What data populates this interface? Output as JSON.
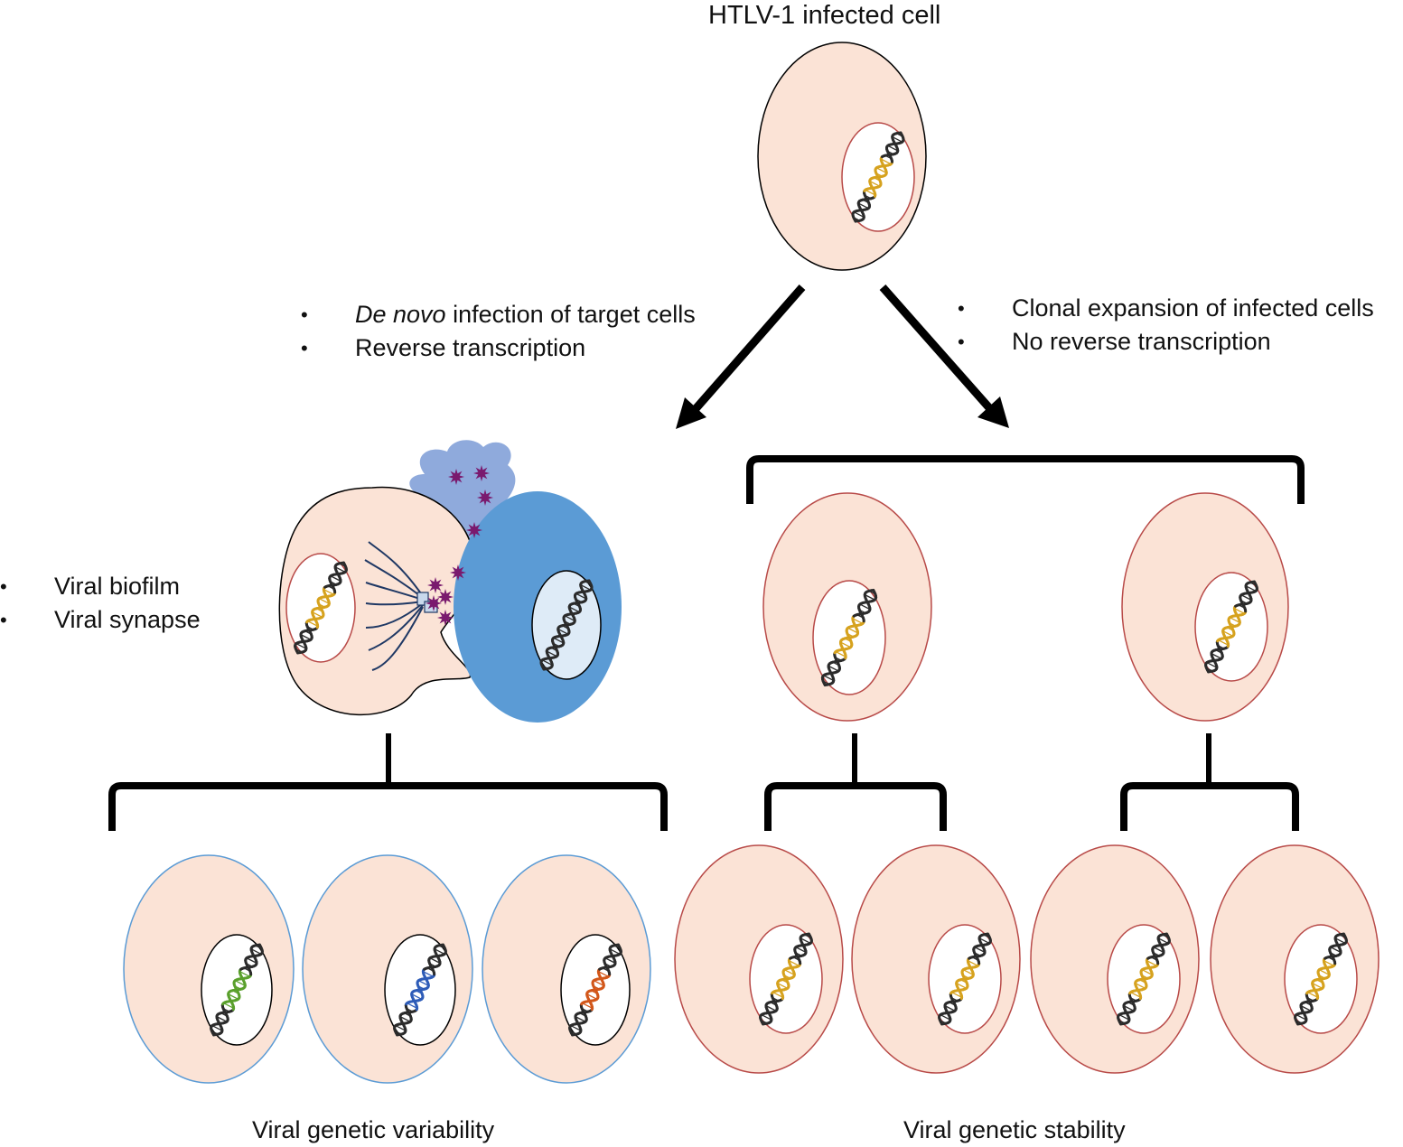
{
  "title": "HTLV-1 infected cell",
  "left_branch": {
    "bullets": [
      {
        "italic": "De novo",
        "text": " infection of target cells"
      },
      {
        "italic": "",
        "text": "Reverse transcription"
      }
    ]
  },
  "right_branch": {
    "bullets": [
      {
        "italic": "",
        "text": "Clonal expansion of infected cells"
      },
      {
        "italic": "",
        "text": "No reverse transcription"
      }
    ]
  },
  "side_bullets": [
    {
      "text": "Viral biofilm"
    },
    {
      "text": "Viral synapse"
    }
  ],
  "footer": {
    "left": "Viral genetic variability",
    "right": "Viral genetic stability"
  },
  "bullet_symbol": "•",
  "colors": {
    "cell_fill": "#fbe3d6",
    "cell_border_red": "#b84a48",
    "cell_border_blue": "#5b9bd5",
    "target_cell": "#5b9bd5",
    "nucleus_target": "#deebf7",
    "biofilm": "#8faadc",
    "virus": "#7a1a6e",
    "dna_black": "#2b2b2b",
    "dna_gold": "#d6a21e",
    "dna_green": "#5aa02c",
    "dna_blue": "#2e5cb8",
    "dna_orange": "#d2571a",
    "bracket": "#000000"
  }
}
